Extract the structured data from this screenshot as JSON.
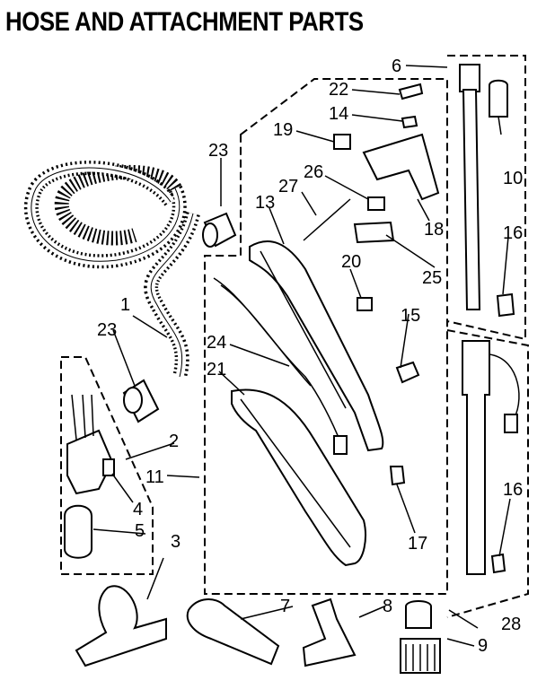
{
  "title": "HOSE AND ATTACHMENT PARTS",
  "colors": {
    "ink": "#000000",
    "paper": "#ffffff"
  },
  "callouts": {
    "c1": "1",
    "c2": "2",
    "c3": "3",
    "c4": "4",
    "c5": "5",
    "c6": "6",
    "c7": "7",
    "c8": "8",
    "c9": "9",
    "c10": "10",
    "c11": "11",
    "c13": "13",
    "c14": "14",
    "c15": "15",
    "c16a": "16",
    "c16b": "16",
    "c17": "17",
    "c18": "18",
    "c19": "19",
    "c20": "20",
    "c21": "21",
    "c22": "22",
    "c23a": "23",
    "c23b": "23",
    "c24": "24",
    "c25": "25",
    "c26": "26",
    "c27": "27",
    "c28": "28"
  }
}
